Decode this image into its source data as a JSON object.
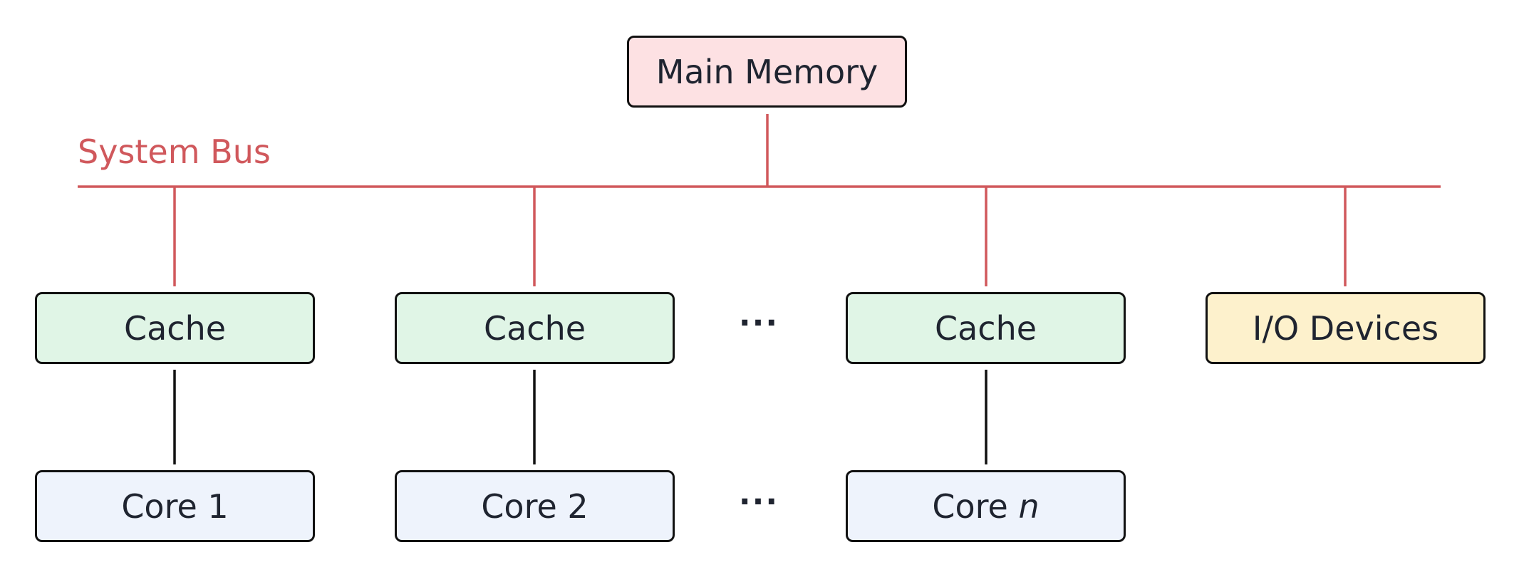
{
  "diagram": {
    "bus_label": "System Bus",
    "memory_label": "Main Memory",
    "caches": [
      {
        "label": "Cache"
      },
      {
        "label": "Cache"
      },
      {
        "label": "Cache"
      }
    ],
    "io_label": "I/O Devices",
    "cores": [
      {
        "prefix": "Core 1",
        "suffix": ""
      },
      {
        "prefix": "Core 2",
        "suffix": ""
      },
      {
        "prefix": "Core ",
        "suffix": "n"
      }
    ],
    "ellipsis": "···",
    "colors": {
      "bus": "#d0585c",
      "memory_fill": "#fde1e3",
      "cache_fill": "#e0f5e6",
      "io_fill": "#fdf1cc",
      "core_fill": "#eef3fc",
      "border": "#111111"
    }
  }
}
